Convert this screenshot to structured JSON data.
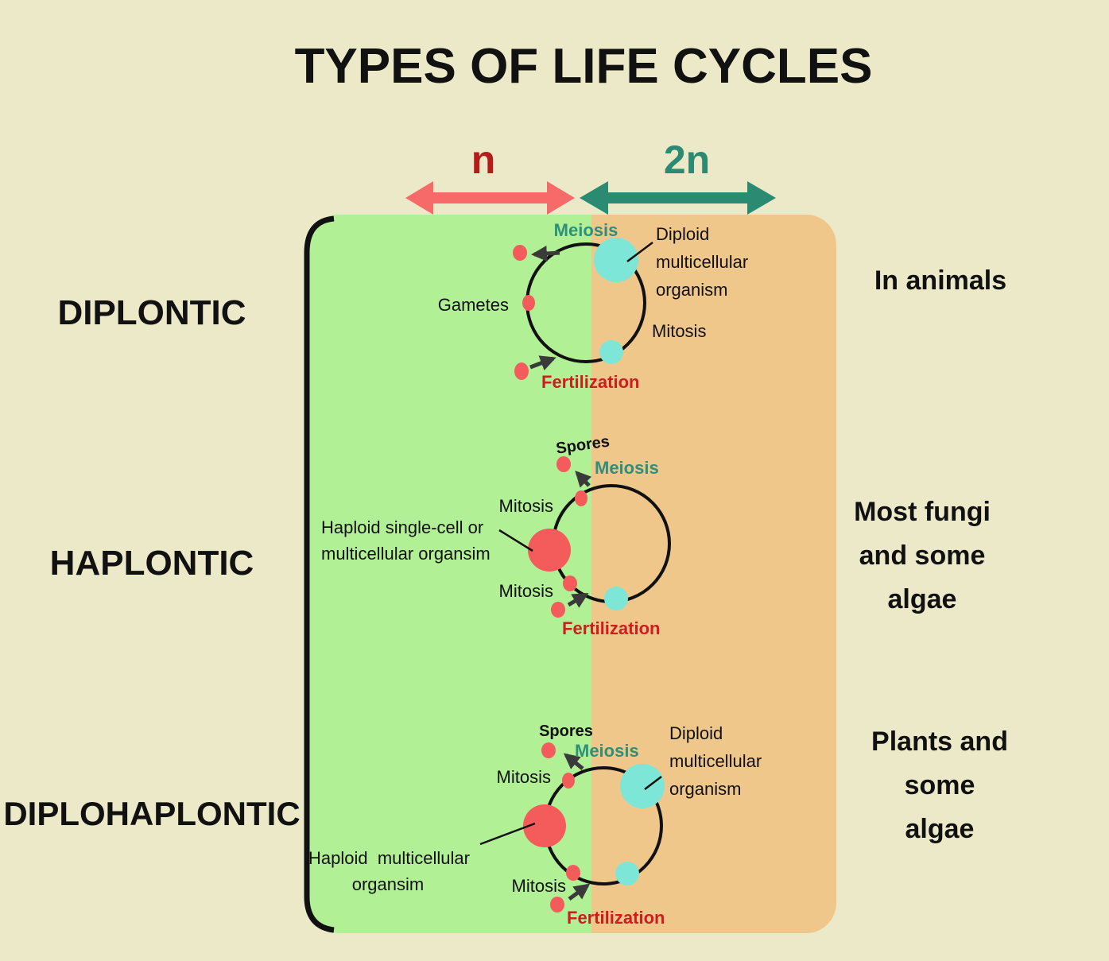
{
  "title": "TYPES OF LIFE CYCLES",
  "ploidy": {
    "haploid": "n",
    "diploid": "2n"
  },
  "colors": {
    "background": "#ece9c9",
    "haploid_panel": "#b2f096",
    "diploid_panel": "#f0c78b",
    "haploid_cell": "#f45b5b",
    "diploid_cell": "#7ee6d6",
    "haploid_arrow": "#f76a6a",
    "diploid_arrow": "#2a8a72",
    "meiosis_text": "#2e8f7a",
    "fertilization_text": "#cc1e1e",
    "n_text": "#b51b1b",
    "twon_text": "#2a8a72"
  },
  "cycles": {
    "diplontic": {
      "name": "DIPLONTIC",
      "examples": "In animals",
      "meiosis": "Meiosis",
      "fertilization": "Fertilization",
      "mitosis": "Mitosis",
      "gametes": "Gametes",
      "diploid_organism": [
        "Diploid",
        "multicellular",
        "organism"
      ]
    },
    "haplontic": {
      "name": "HAPLONTIC",
      "examples": [
        "Most fungi",
        "and some",
        "algae"
      ],
      "spores": "Spores",
      "meiosis": "Meiosis",
      "mitosis_top": "Mitosis",
      "mitosis_bottom": "Mitosis",
      "fertilization": "Fertilization",
      "haploid_organism": [
        "Haploid single-cell or",
        "multicellular organsim"
      ]
    },
    "diplohaplontic": {
      "name": "DIPLOHAPLONTIC",
      "examples": [
        "Plants and",
        "some",
        "algae"
      ],
      "spores": "Spores",
      "meiosis": "Meiosis",
      "mitosis_top": "Mitosis",
      "mitosis_bottom": "Mitosis",
      "fertilization": "Fertilization",
      "diploid_organism": [
        "Diploid",
        "multicellular",
        "organism"
      ],
      "haploid_organism": [
        "Haploid  multicellular",
        "organsim"
      ]
    }
  }
}
